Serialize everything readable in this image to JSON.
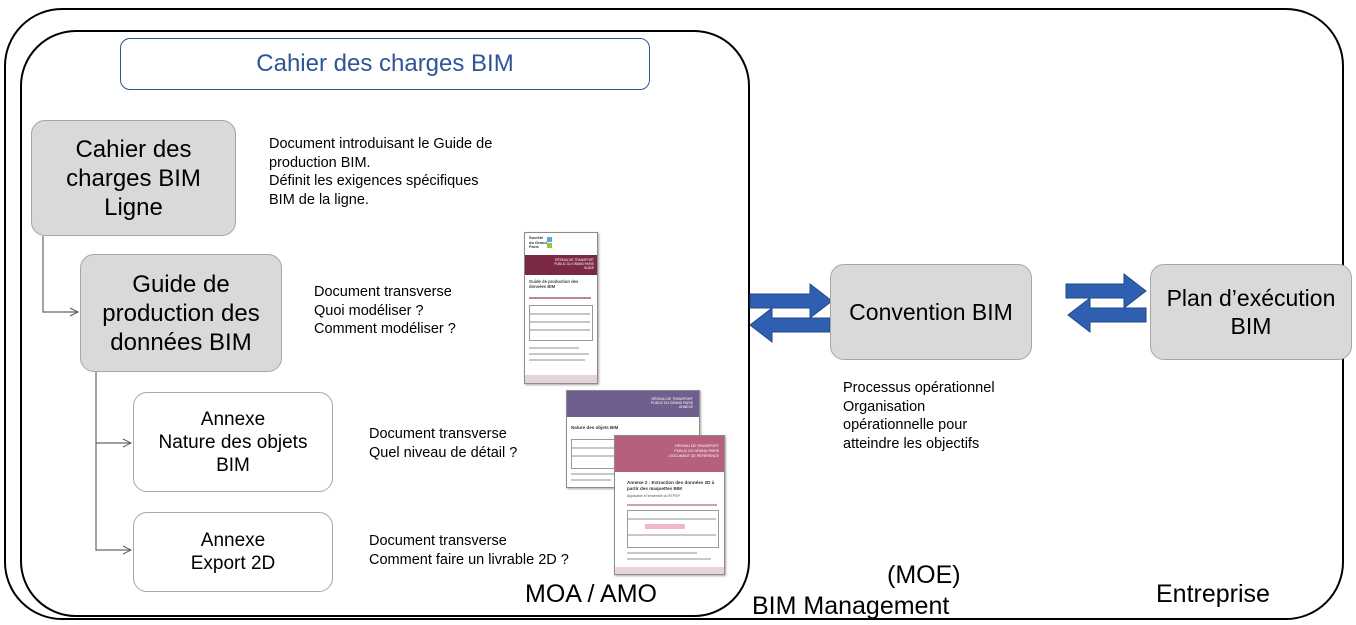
{
  "colors": {
    "accent_blue": "#2f5597",
    "arrow_blue": "#2e5fb0",
    "box_gray": "#d9d9d9",
    "box_border": "#a6a6a6",
    "doc_purple": "#7a6a96",
    "doc_pink": "#b0466e"
  },
  "title": "Cahier des charges BIM",
  "cdc_box": {
    "lines": [
      "Cahier des",
      "charges BIM",
      "Ligne"
    ]
  },
  "cdc_desc": [
    "Document introduisant le Guide de",
    "production BIM.",
    "Définit les exigences spécifiques",
    "BIM de la ligne."
  ],
  "guide_box": {
    "lines": [
      "Guide de",
      "production des",
      "données BIM"
    ]
  },
  "guide_desc": [
    "Document transverse",
    "Quoi modéliser ?",
    "Comment modéliser ?"
  ],
  "annexe1": {
    "lines": [
      "Annexe",
      "Nature des objets",
      "BIM"
    ]
  },
  "annexe1_desc": [
    "Document transverse",
    "Quel niveau de détail ?"
  ],
  "annexe2": {
    "lines": [
      "Annexe",
      "Export 2D"
    ]
  },
  "annexe2_desc": [
    "Document transverse",
    "Comment faire un livrable 2D ?"
  ],
  "convention": {
    "label": "Convention BIM"
  },
  "convention_desc": [
    "Processus opérationnel",
    "Organisation",
    "opérationnelle pour",
    "atteindre les objectifs"
  ],
  "plan": {
    "lines": [
      "Plan d’exécution",
      "BIM"
    ]
  },
  "labels": {
    "moa": "MOA / AMO",
    "moe": "(MOE)",
    "bim_mgmt": "BIM Management",
    "entreprise": "Entreprise"
  },
  "docs": {
    "guide": {
      "logo": [
        "Société",
        "du Grand",
        "Paris"
      ],
      "header": [
        "RÉSEAU DE TRANSPORT",
        "PUBLIC DU GRAND PARIS"
      ],
      "tag": "GUIDE",
      "title": "Guide de production des données BIM"
    },
    "nature": {
      "header": [
        "RÉSEAU DE TRANSPORT",
        "PUBLIC DU GRAND PARIS"
      ],
      "tag": "ANNEXE",
      "title": "Nature des objets BIM"
    },
    "export": {
      "header": [
        "RÉSEAU DE TRANSPORT",
        "PUBLIC DU GRAND PARIS",
        "DOCUMENT DE RÉFÉRENCE"
      ],
      "title": "Annexe 2 : Extraction des données 2D à partir des maquettes BIM",
      "subtitle": "Applicable à l’ensemble du RTPGP"
    }
  }
}
